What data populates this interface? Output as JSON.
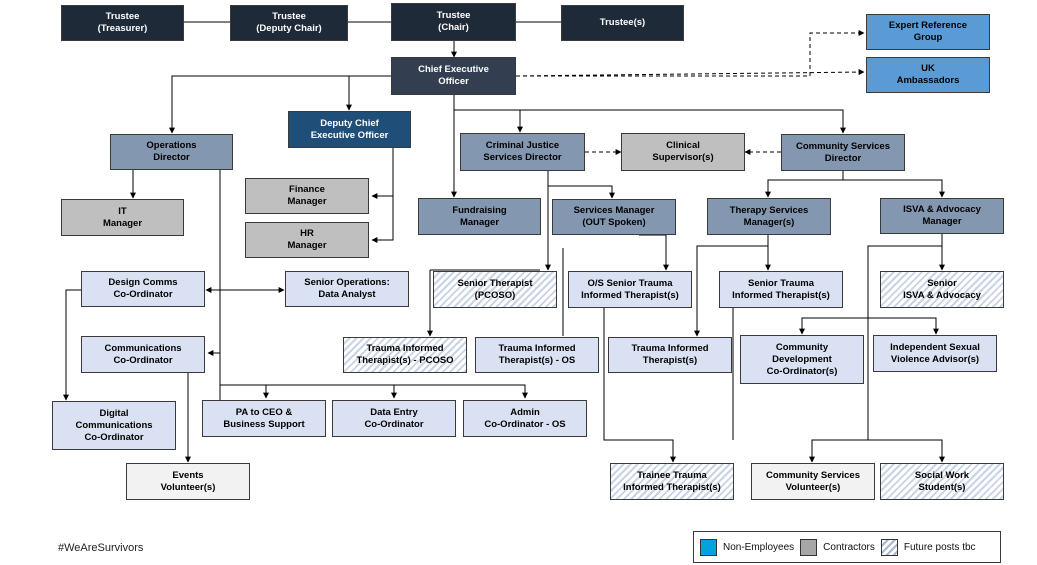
{
  "nodes": {
    "trustee_treasurer": "Trustee\n(Treasurer)",
    "trustee_deputy": "Trustee\n(Deputy Chair)",
    "trustee_chair": "Trustee\n(Chair)",
    "trustees": "Trustee(s)",
    "expert_reference": "Expert Reference\nGroup",
    "uk_ambassadors": "UK\nAmbassadors",
    "ceo": "Chief Executive\nOfficer",
    "operations_director": "Operations\nDirector",
    "deputy_ceo": "Deputy Chief\nExecutive Officer",
    "cj_director": "Criminal Justice\nServices Director",
    "clinical_supervisor": "Clinical\nSupervisor(s)",
    "community_director": "Community Services\nDirector",
    "it_manager": "IT\nManager",
    "finance_manager": "Finance\nManager",
    "hr_manager": "HR\nManager",
    "fundraising_manager": "Fundraising\nManager",
    "services_manager": "Services Manager\n(OUT Spoken)",
    "therapy_manager": "Therapy Services\nManager(s)",
    "isva_manager": "ISVA & Advocacy\nManager",
    "design_comms": "Design Comms\nCo-Ordinator",
    "senior_ops_analyst": "Senior Operations:\nData Analyst",
    "senior_therapist_pcoso": "Senior Therapist\n(PCOSO)",
    "os_senior_trauma": "O/S Senior Trauma\nInformed Therapist(s)",
    "senior_trauma": "Senior Trauma\nInformed Therapist(s)",
    "senior_isva": "Senior\nISVA & Advocacy",
    "comms_coordinator": "Communications\nCo-Ordinator",
    "trauma_pcoso": "Trauma Informed\nTherapist(s) - PCOSO",
    "trauma_os": "Trauma Informed\nTherapist(s) - OS",
    "trauma_informed": "Trauma Informed\nTherapist(s)",
    "community_dev": "Community\nDevelopment\nCo-Ordinator(s)",
    "isva_advisor": "Independent Sexual\nViolence Advisor(s)",
    "digital_comms": "Digital\nCommunications\nCo-Ordinator",
    "pa_ceo": "PA to CEO &\nBusiness Support",
    "data_entry": "Data Entry\nCo-Ordinator",
    "admin_os": "Admin\nCo-Ordinator - OS",
    "events_volunteer": "Events\nVolunteer(s)",
    "trainee_trauma": "Trainee Trauma\nInformed Therapist(s)",
    "community_volunteer": "Community Services\nVolunteer(s)",
    "social_work": "Social Work\nStudent(s)"
  },
  "footer": {
    "hashtag": "#WeAreSurvivors"
  },
  "legend": {
    "non_employees": "Non-Employees",
    "contractors": "Contractors",
    "future_posts": "Future posts tbc"
  },
  "colors": {
    "board": "#1f2a38",
    "deputy_ceo": "#1f4e79",
    "director": "#8497b0",
    "staff": "#d9e1f2",
    "contractor": "#bfbfbf",
    "non_employee": "#5b9bd5",
    "volunteer": "#f2f2f2",
    "future_hatch": "#c9d3e6"
  }
}
